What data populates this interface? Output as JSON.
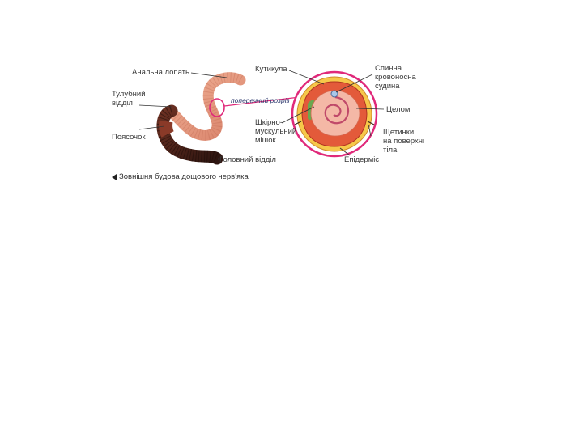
{
  "labels": {
    "anal_lobe": "Анальна лопать",
    "tail_section": "Тулубний\nвідділ",
    "belt": "Поясочок",
    "head_section": "Головний відділ",
    "cross_section": "поперечний розріз",
    "cuticle": "Кутикула",
    "dorsal_vessel": "Спинна\nкровоносна\nсудина",
    "coelom": "Целом",
    "muscle_sac": "Шкірно-\nмускульний\nмішок",
    "setae": "Щетинки\nна поверхні\nтіла",
    "epidermis": "Епідерміс"
  },
  "caption": "Зовнішня будова дощового черв'яка",
  "colors": {
    "ring": "#e0297a",
    "worm_light": "#e9a083",
    "worm_dark": "#4a2219",
    "leader": "#333333",
    "yellow_layer": "#f6c84a",
    "inner_tissue": "#f2a48a"
  }
}
